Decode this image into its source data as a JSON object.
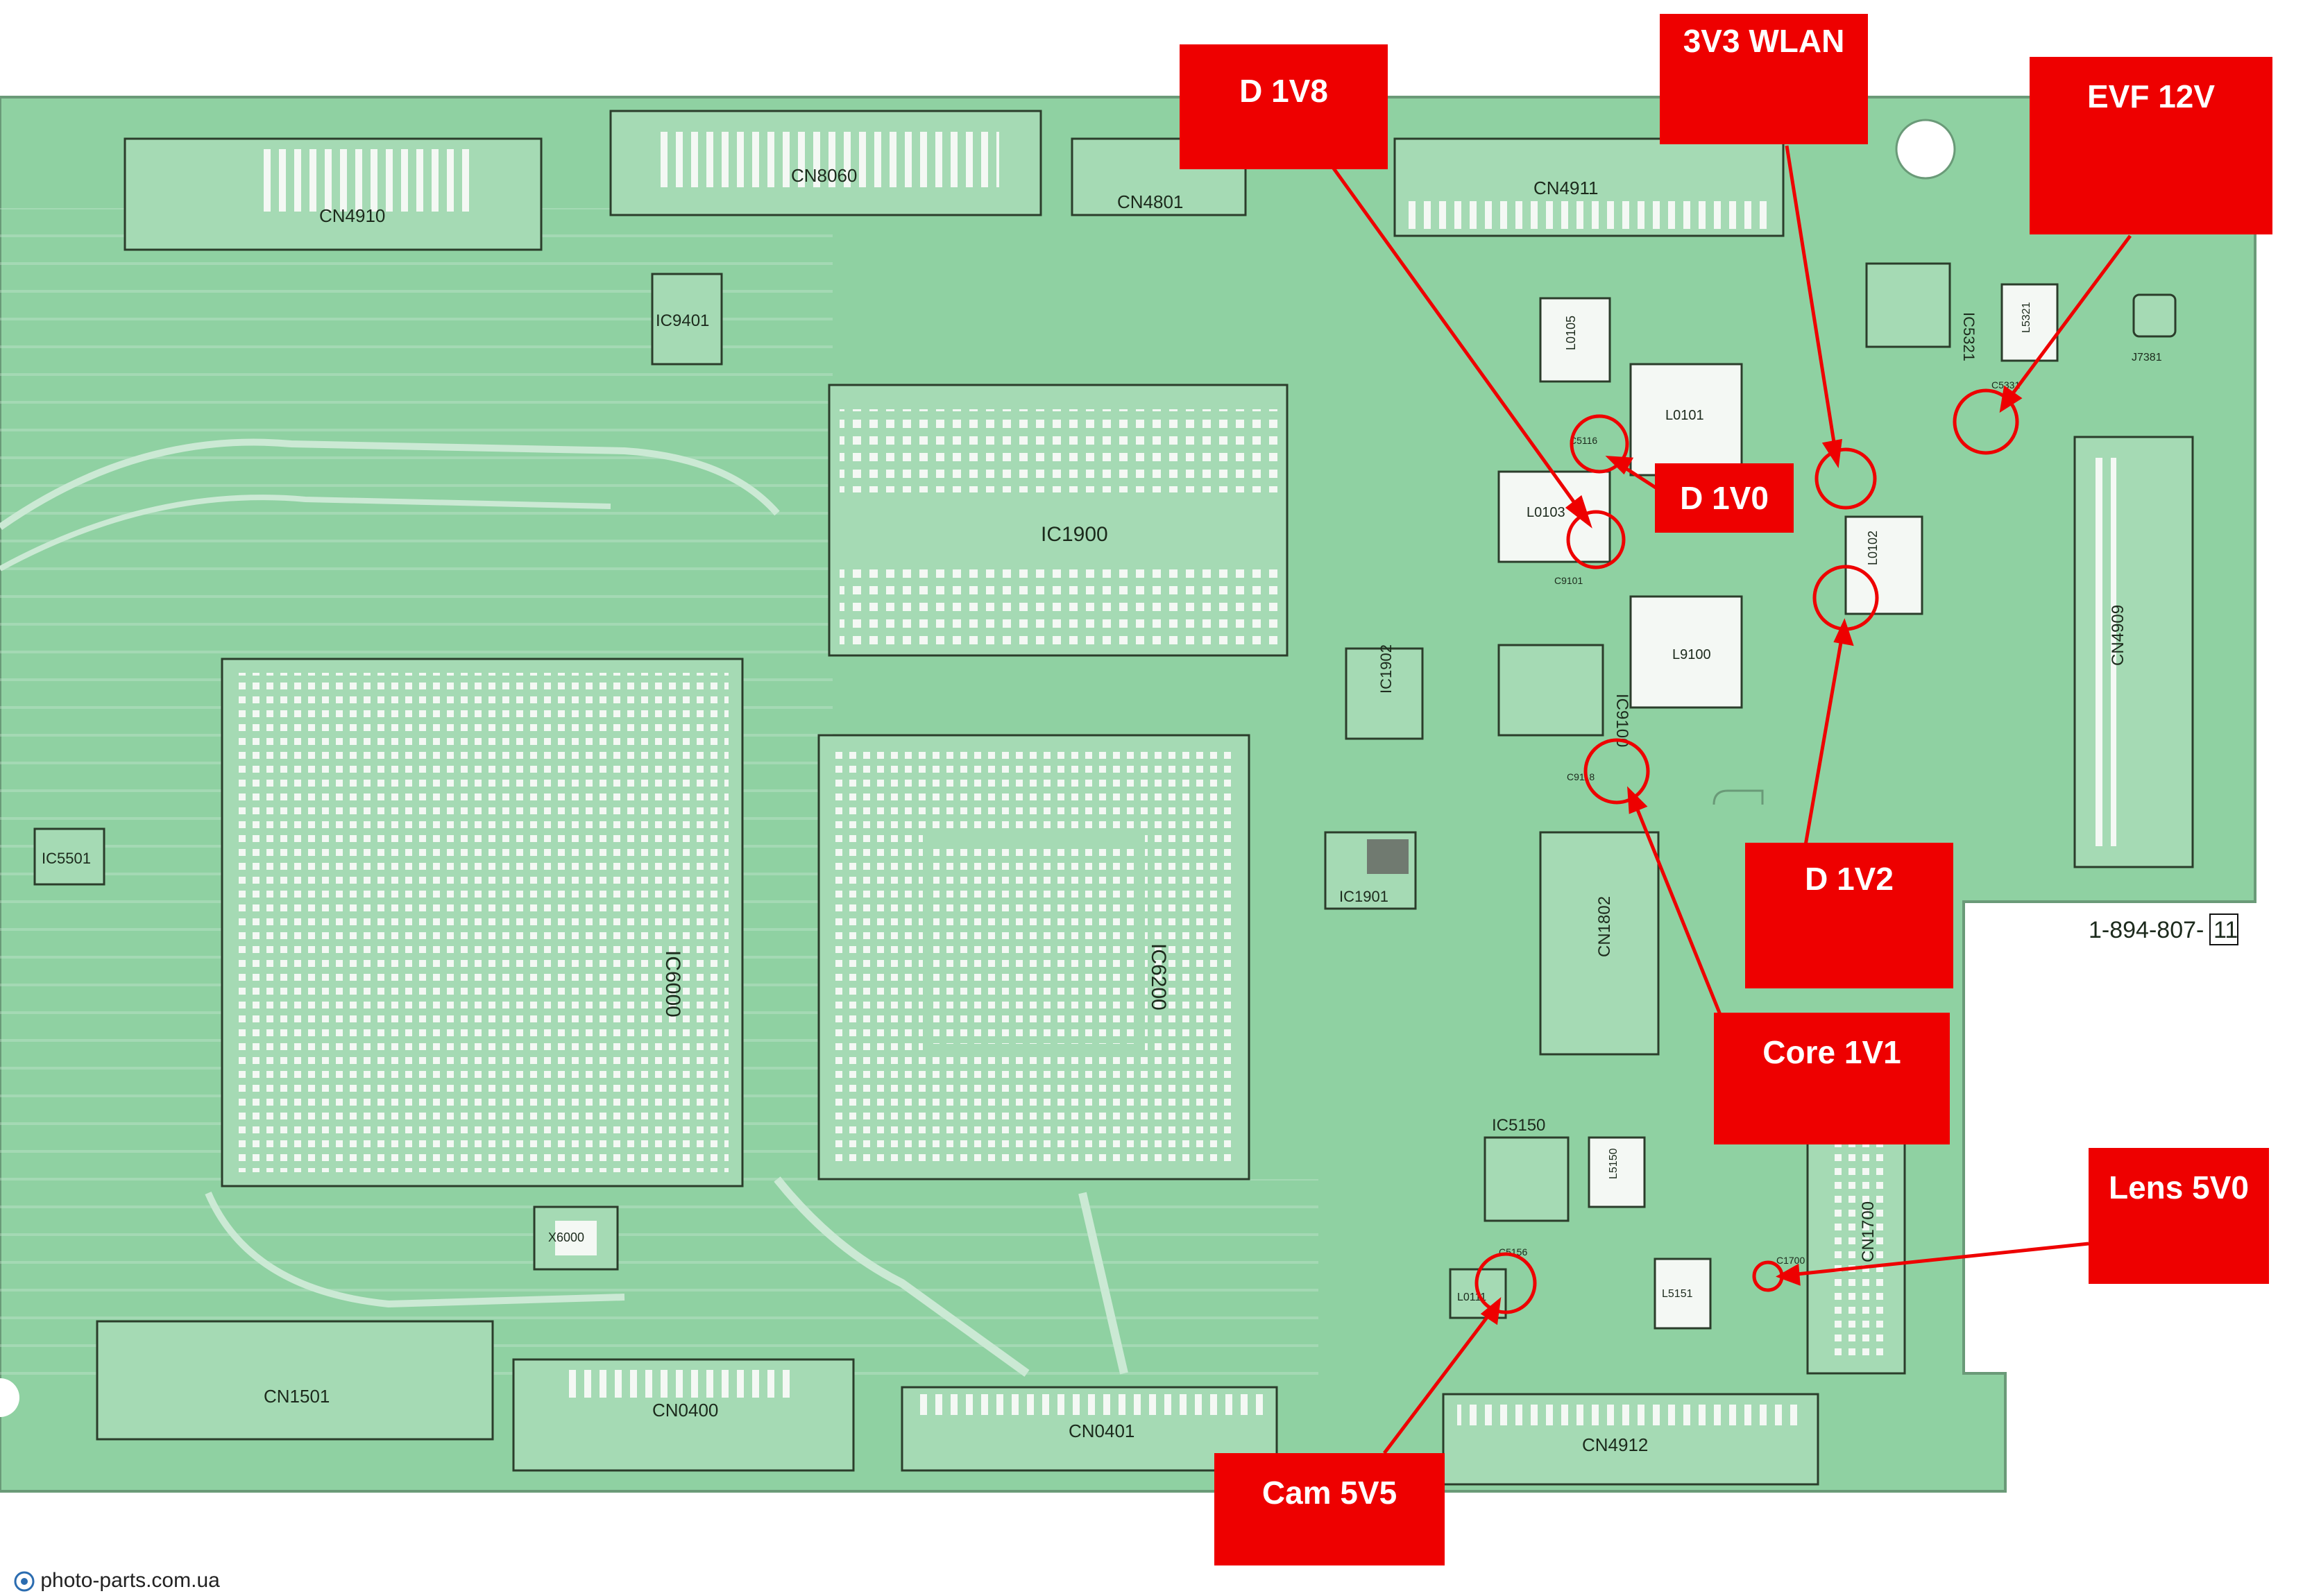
{
  "colors": {
    "pcb": "#8fd1a2",
    "trace": "#cfead7",
    "pad": "#f2f7f2",
    "callout": "#ee0000",
    "callout_text": "#ffffff",
    "marker": "#ee0000"
  },
  "callouts": [
    {
      "id": "d1v8",
      "label": "D 1V8"
    },
    {
      "id": "3v3wlan",
      "label": "3V3 WLAN"
    },
    {
      "id": "evf12v",
      "label": "EVF 12V"
    },
    {
      "id": "d1v0",
      "label": "D 1V0"
    },
    {
      "id": "d1v2",
      "label": "D 1V2"
    },
    {
      "id": "core1v1",
      "label": "Core 1V1"
    },
    {
      "id": "lens5v0",
      "label": "Lens 5V0"
    },
    {
      "id": "cam5v5",
      "label": "Cam 5V5"
    }
  ],
  "silkscreen": {
    "cn4910": "CN4910",
    "cn8060": "CN8060",
    "cn4801": "CN4801",
    "cn4911": "CN4911",
    "ic9401": "IC9401",
    "ic1900": "IC1900",
    "ic6000": "IC6000",
    "ic6200": "IC6200",
    "ic1902": "IC1902",
    "ic9100": "IC9100",
    "ic1901": "IC1901",
    "ic5321": "IC5321",
    "ic5501": "IC5501",
    "ic5150": "IC5150",
    "cn4909": "CN4909",
    "cn1802": "CN1802",
    "cn1700": "CN1700",
    "cn1501": "CN1501",
    "cn0400": "CN0400",
    "cn0401": "CN0401",
    "cn4912": "CN4912",
    "l0101": "L0101",
    "l0103": "L0103",
    "l9100": "L9100",
    "l0102": "L0102",
    "l5321": "L5321",
    "l5151": "L5151",
    "l5150": "L5150",
    "l0105": "L0105",
    "l0111": "L0111",
    "j7381": "J7381",
    "x6000": "X6000",
    "c5116": "C5116",
    "c9118": "C9118",
    "c5156": "C5156",
    "c1700": "C1700",
    "c5331": "C5331",
    "c9101": "C9101"
  },
  "board_id": {
    "prefix": "1-894-807-",
    "rev": "11"
  },
  "watermark": "photo-parts.com.ua"
}
